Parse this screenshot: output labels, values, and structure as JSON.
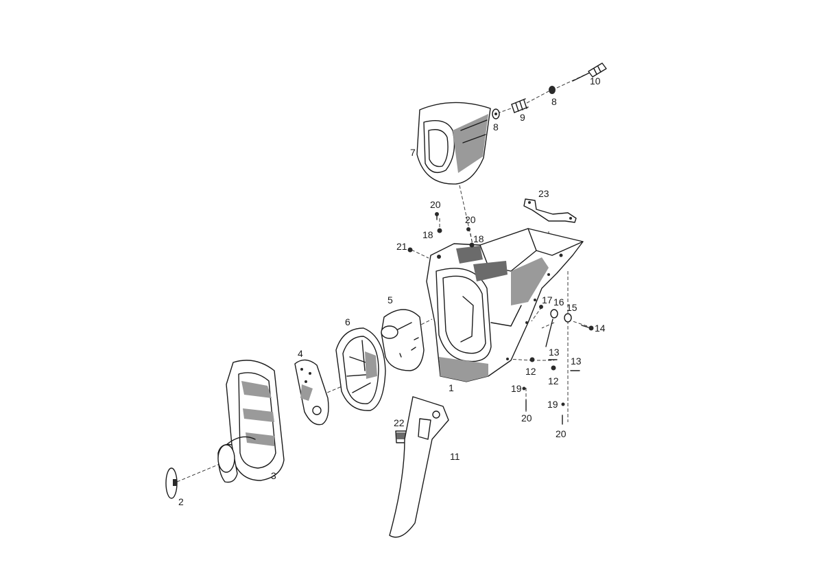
{
  "callouts": [
    {
      "id": "c1",
      "text": "1"
    },
    {
      "id": "c2",
      "text": "2"
    },
    {
      "id": "c3",
      "text": "3"
    },
    {
      "id": "c4",
      "text": "4"
    },
    {
      "id": "c5",
      "text": "5"
    },
    {
      "id": "c6",
      "text": "6"
    },
    {
      "id": "c7",
      "text": "7"
    },
    {
      "id": "c8a",
      "text": "8"
    },
    {
      "id": "c8b",
      "text": "8"
    },
    {
      "id": "c9",
      "text": "9"
    },
    {
      "id": "c10",
      "text": "10"
    },
    {
      "id": "c11",
      "text": "11"
    },
    {
      "id": "c12a",
      "text": "12"
    },
    {
      "id": "c12b",
      "text": "12"
    },
    {
      "id": "c13a",
      "text": "13"
    },
    {
      "id": "c13b",
      "text": "13"
    },
    {
      "id": "c14",
      "text": "14"
    },
    {
      "id": "c15",
      "text": "15"
    },
    {
      "id": "c16",
      "text": "16"
    },
    {
      "id": "c17",
      "text": "17"
    },
    {
      "id": "c18a",
      "text": "18"
    },
    {
      "id": "c18b",
      "text": "18"
    },
    {
      "id": "c19a",
      "text": "19"
    },
    {
      "id": "c19b",
      "text": "19"
    },
    {
      "id": "c20a",
      "text": "20"
    },
    {
      "id": "c20b",
      "text": "20"
    },
    {
      "id": "c20c",
      "text": "20"
    },
    {
      "id": "c20d",
      "text": "20"
    },
    {
      "id": "c21",
      "text": "21"
    },
    {
      "id": "c22",
      "text": "22"
    },
    {
      "id": "c23",
      "text": "23"
    }
  ]
}
